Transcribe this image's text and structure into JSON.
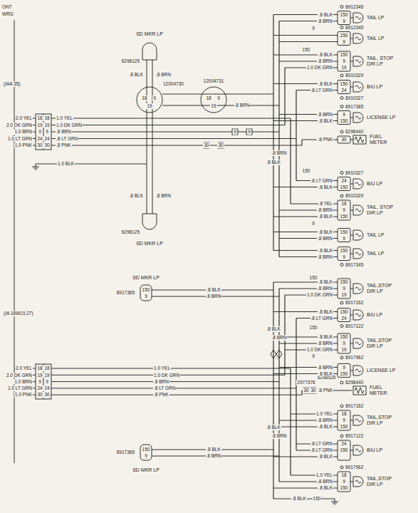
{
  "diagram": {
    "nodes": [
      {
        "text": [
          "SD MKR LP"
        ]
      },
      {
        "text": [
          "TAIL LP"
        ]
      },
      {
        "text": [
          "TAIL LP"
        ]
      },
      {
        "text": [
          "TAIL, STOP DIR LP"
        ]
      },
      {
        "text": [
          "B/U LP"
        ]
      },
      {
        "text": [
          "LICENSE LP"
        ]
      },
      {
        "text": [
          "FUEL METER"
        ]
      },
      {
        "text": [
          "B/U LP"
        ]
      },
      {
        "text": [
          "TAIL, STOP DIR LP"
        ]
      },
      {
        "text": [
          "TAIL LP"
        ]
      },
      {
        "text": [
          "TAIL LP"
        ]
      },
      {
        "text": [
          "SD MKR LP"
        ]
      },
      {
        "text": [
          "SD MKR LP"
        ]
      },
      {
        "text": [
          "TAIL,STOP DIR LP"
        ]
      },
      {
        "text": [
          "B/U LP"
        ]
      },
      {
        "text": [
          "TAIL,STOP DIR LP"
        ]
      },
      {
        "text": [
          "LICENSE LP"
        ]
      },
      {
        "text": [
          "FUEL METER"
        ]
      },
      {
        "text": [
          "TAIL,STOP DIR LP"
        ]
      },
      {
        "text": [
          "B/U LP"
        ]
      },
      {
        "text": [
          "TAIL,STOP DIR LP"
        ]
      },
      {
        "text": [
          "SD MKR LP"
        ]
      }
    ],
    "labels": [
      "ONT",
      "WRG",
      "(IAA 35)",
      "2.0 YEL",
      "2.0 DK GRN",
      "1.0 BRN",
      "1.0 LT GRN",
      "1.0 PNK",
      "18",
      "19",
      "9",
      "24",
      "30",
      "18",
      "19",
      "9",
      "24",
      "30",
      "1.0 YEL",
      "1.0 DK GRN",
      ".8 BRN",
      ".8 LT GRN",
      ".8 PNK",
      "6298125",
      ".8 BLK",
      ".8 BRN",
      "12004730",
      "18",
      "9",
      "19",
      "12004731",
      "18",
      "9",
      "19",
      ".8 BRN",
      "9",
      "9",
      "30",
      "30",
      "1.0 BLK",
      ".8 BRN",
      ".8 BLK",
      "150",
      "150",
      "9",
      "9",
      ".8 BLK",
      ".8 BRN",
      "6298125",
      "8912345",
      ".8 BLK",
      ".8 BRN",
      "150",
      "9",
      "8912345",
      "150",
      "9",
      "8910329",
      ".8 BLK",
      ".8 BRN",
      "1.0 DK GRN",
      "150",
      "9",
      "19",
      "8910327",
      ".8 BLK",
      ".8 LT GRN",
      "150",
      "24",
      "8917365",
      ".8 BRN",
      ".8 BLK",
      "9",
      "150",
      "6298440",
      ".8 PNK",
      "30",
      "8910327",
      ".8 LT GRN",
      ".8 BLK",
      "24",
      "150",
      "8910329",
      ".8 YEL",
      ".8 BRN",
      ".8 BLK",
      "18",
      "9",
      "150",
      ".8 BLK",
      ".8 BRN",
      "150",
      "9",
      "8917345",
      ".8 BLK",
      ".8 BRN",
      "150",
      "9",
      "8917365",
      "150",
      "9",
      ".8 BLK",
      ".8 BRN",
      "(IA 18W19,27)",
      "2.0 YEL",
      "2.0 DK GRN",
      "1.0 BRN",
      "1.0 LT GRN",
      "1.0 PNK",
      "18",
      "19",
      "9",
      "24",
      "30",
      "18",
      "19",
      "9",
      "24",
      "30",
      "1.0 YEL",
      "1.0 DK GRN",
      ".8 BRN",
      ".8 LT GRN",
      ".8 PNK",
      ".8 BLK",
      ".8 BRN",
      ".8 BLK",
      ".8 BRN",
      "150",
      "150",
      "9",
      "2977376",
      "6298535",
      "30",
      "30",
      "8917365",
      "150",
      "9",
      ".8 BLK",
      ".8 BRN",
      "8917162",
      ".8 BLK",
      ".8 BRN",
      "1.0 DK GRN",
      "150",
      "9",
      "19",
      "8917122",
      ".8 BLK",
      ".8 LT GRN",
      "150",
      "24",
      "8917962",
      ".8 BLK",
      ".8 BRN",
      "1.0 DK GRN",
      "150",
      "9",
      "19",
      ".8 BRN",
      ".8 BLK",
      "9",
      "150",
      "6298440",
      ".8 PNK",
      "8917162",
      "1.0 YEL",
      ".8 BRN",
      ".8 BLK",
      "18",
      "9",
      "150",
      "8917122",
      ".8 LT GRN",
      ".8 LT GRN",
      ".8 BLK",
      "24",
      "150",
      "8917962",
      "1.0 YEL",
      ".8 BRN",
      ".8 BLK",
      "18",
      "9",
      "150",
      ".8 BLK",
      "150"
    ]
  }
}
